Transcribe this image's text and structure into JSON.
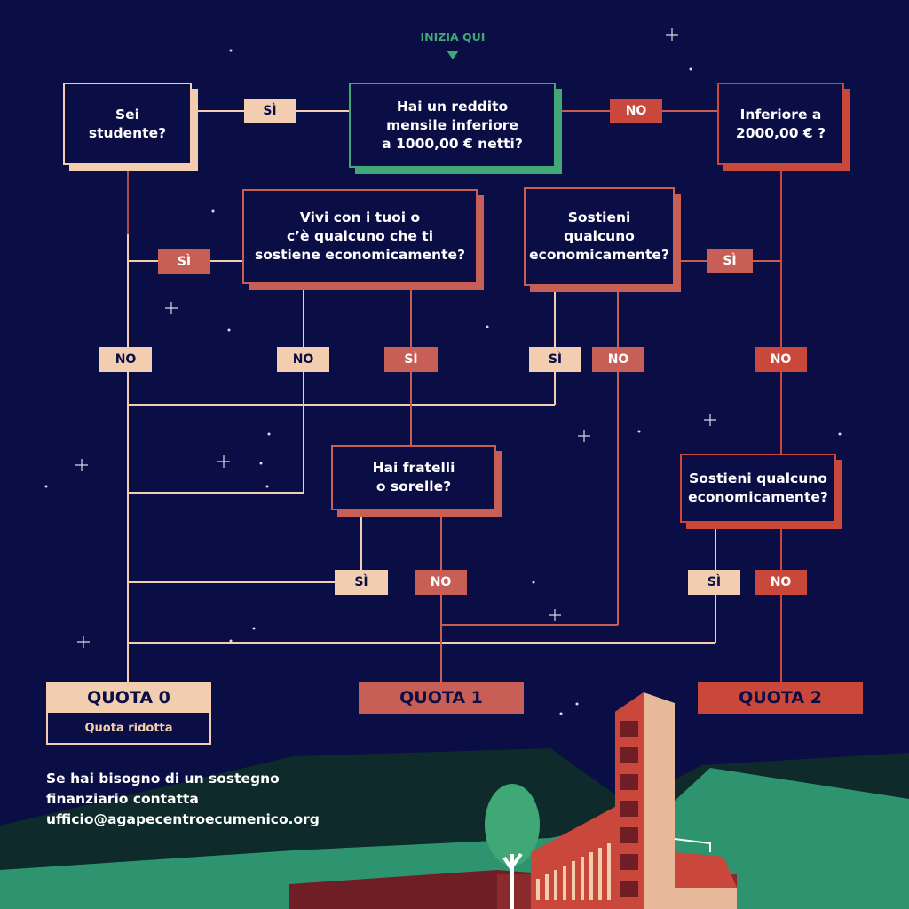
{
  "start_label": "INIZIA QUI",
  "colors": {
    "background": "#0b0d45",
    "pale": "#f3cdb0",
    "salmon": "#c85f57",
    "red": "#c9473b",
    "green": "#3fa876",
    "hill_green": "#2e9470",
    "dark_green": "#0f2a2a"
  },
  "questions": {
    "reddito": "Hai un reddito\nmensile inferiore\na 1000,00 € netti?",
    "studente": "Sei\nstudente?",
    "inferiore": "Inferiore a\n2000,00 € ?",
    "vivi": "Vivi con i tuoi o\nc’è qualcuno che ti\nsostiene economicamente?",
    "sostieni": "Sostieni\nqualcuno\neconomicamente?",
    "fratelli": "Hai fratelli\no sorelle?",
    "sostieni2": "Sostieni qualcuno\neconomicamente?"
  },
  "answers": {
    "yes": "SÌ",
    "no": "NO"
  },
  "results": {
    "quota0": "QUOTA 0",
    "quota0_sub": "Quota ridotta",
    "quota1": "QUOTA 1",
    "quota2": "QUOTA 2"
  },
  "contact": {
    "line1": "Se hai bisogno di un sostegno",
    "line2": "finanziario contatta",
    "email": "ufficio@agapecentroecumenico.org"
  }
}
